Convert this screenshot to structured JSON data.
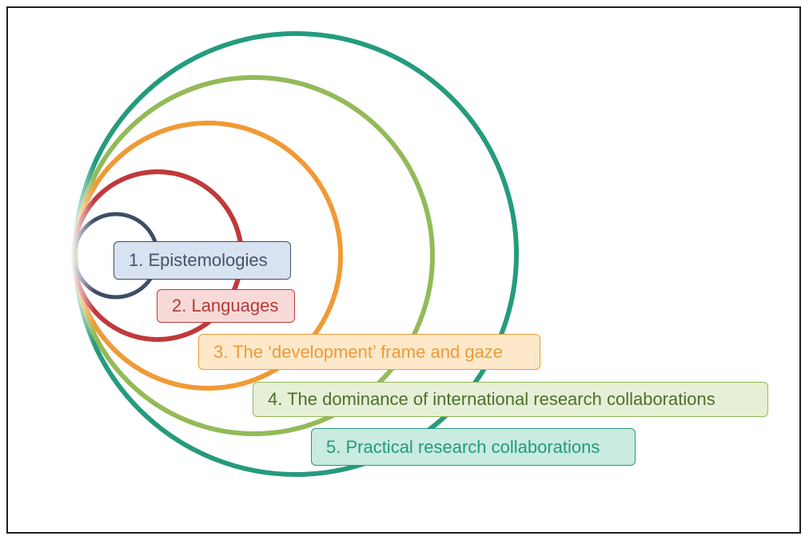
{
  "rings": [
    {
      "name": "epistemologies",
      "color": "#3d4d64",
      "fill": "#d9e2f1",
      "text_color": "#44546a",
      "label": "1. Epistemologies"
    },
    {
      "name": "languages",
      "color": "#c0393b",
      "fill": "#f7dad8",
      "text_color": "#b33a36",
      "label": "2. Languages"
    },
    {
      "name": "development-frame",
      "color": "#f09a36",
      "fill": "#fde9c9",
      "text_color": "#ec9a3a",
      "label": "3. The ‘development’ frame and gaze"
    },
    {
      "name": "international-collaborations",
      "color": "#93ba58",
      "fill": "#e5f0d6",
      "text_color": "#4f6f2b",
      "label": "4. The dominance of international research collaborations"
    },
    {
      "name": "practical-collaborations",
      "color": "#259b7d",
      "fill": "#c9ebe0",
      "text_color": "#239a7e",
      "label": "5. Practical research collaborations"
    }
  ]
}
